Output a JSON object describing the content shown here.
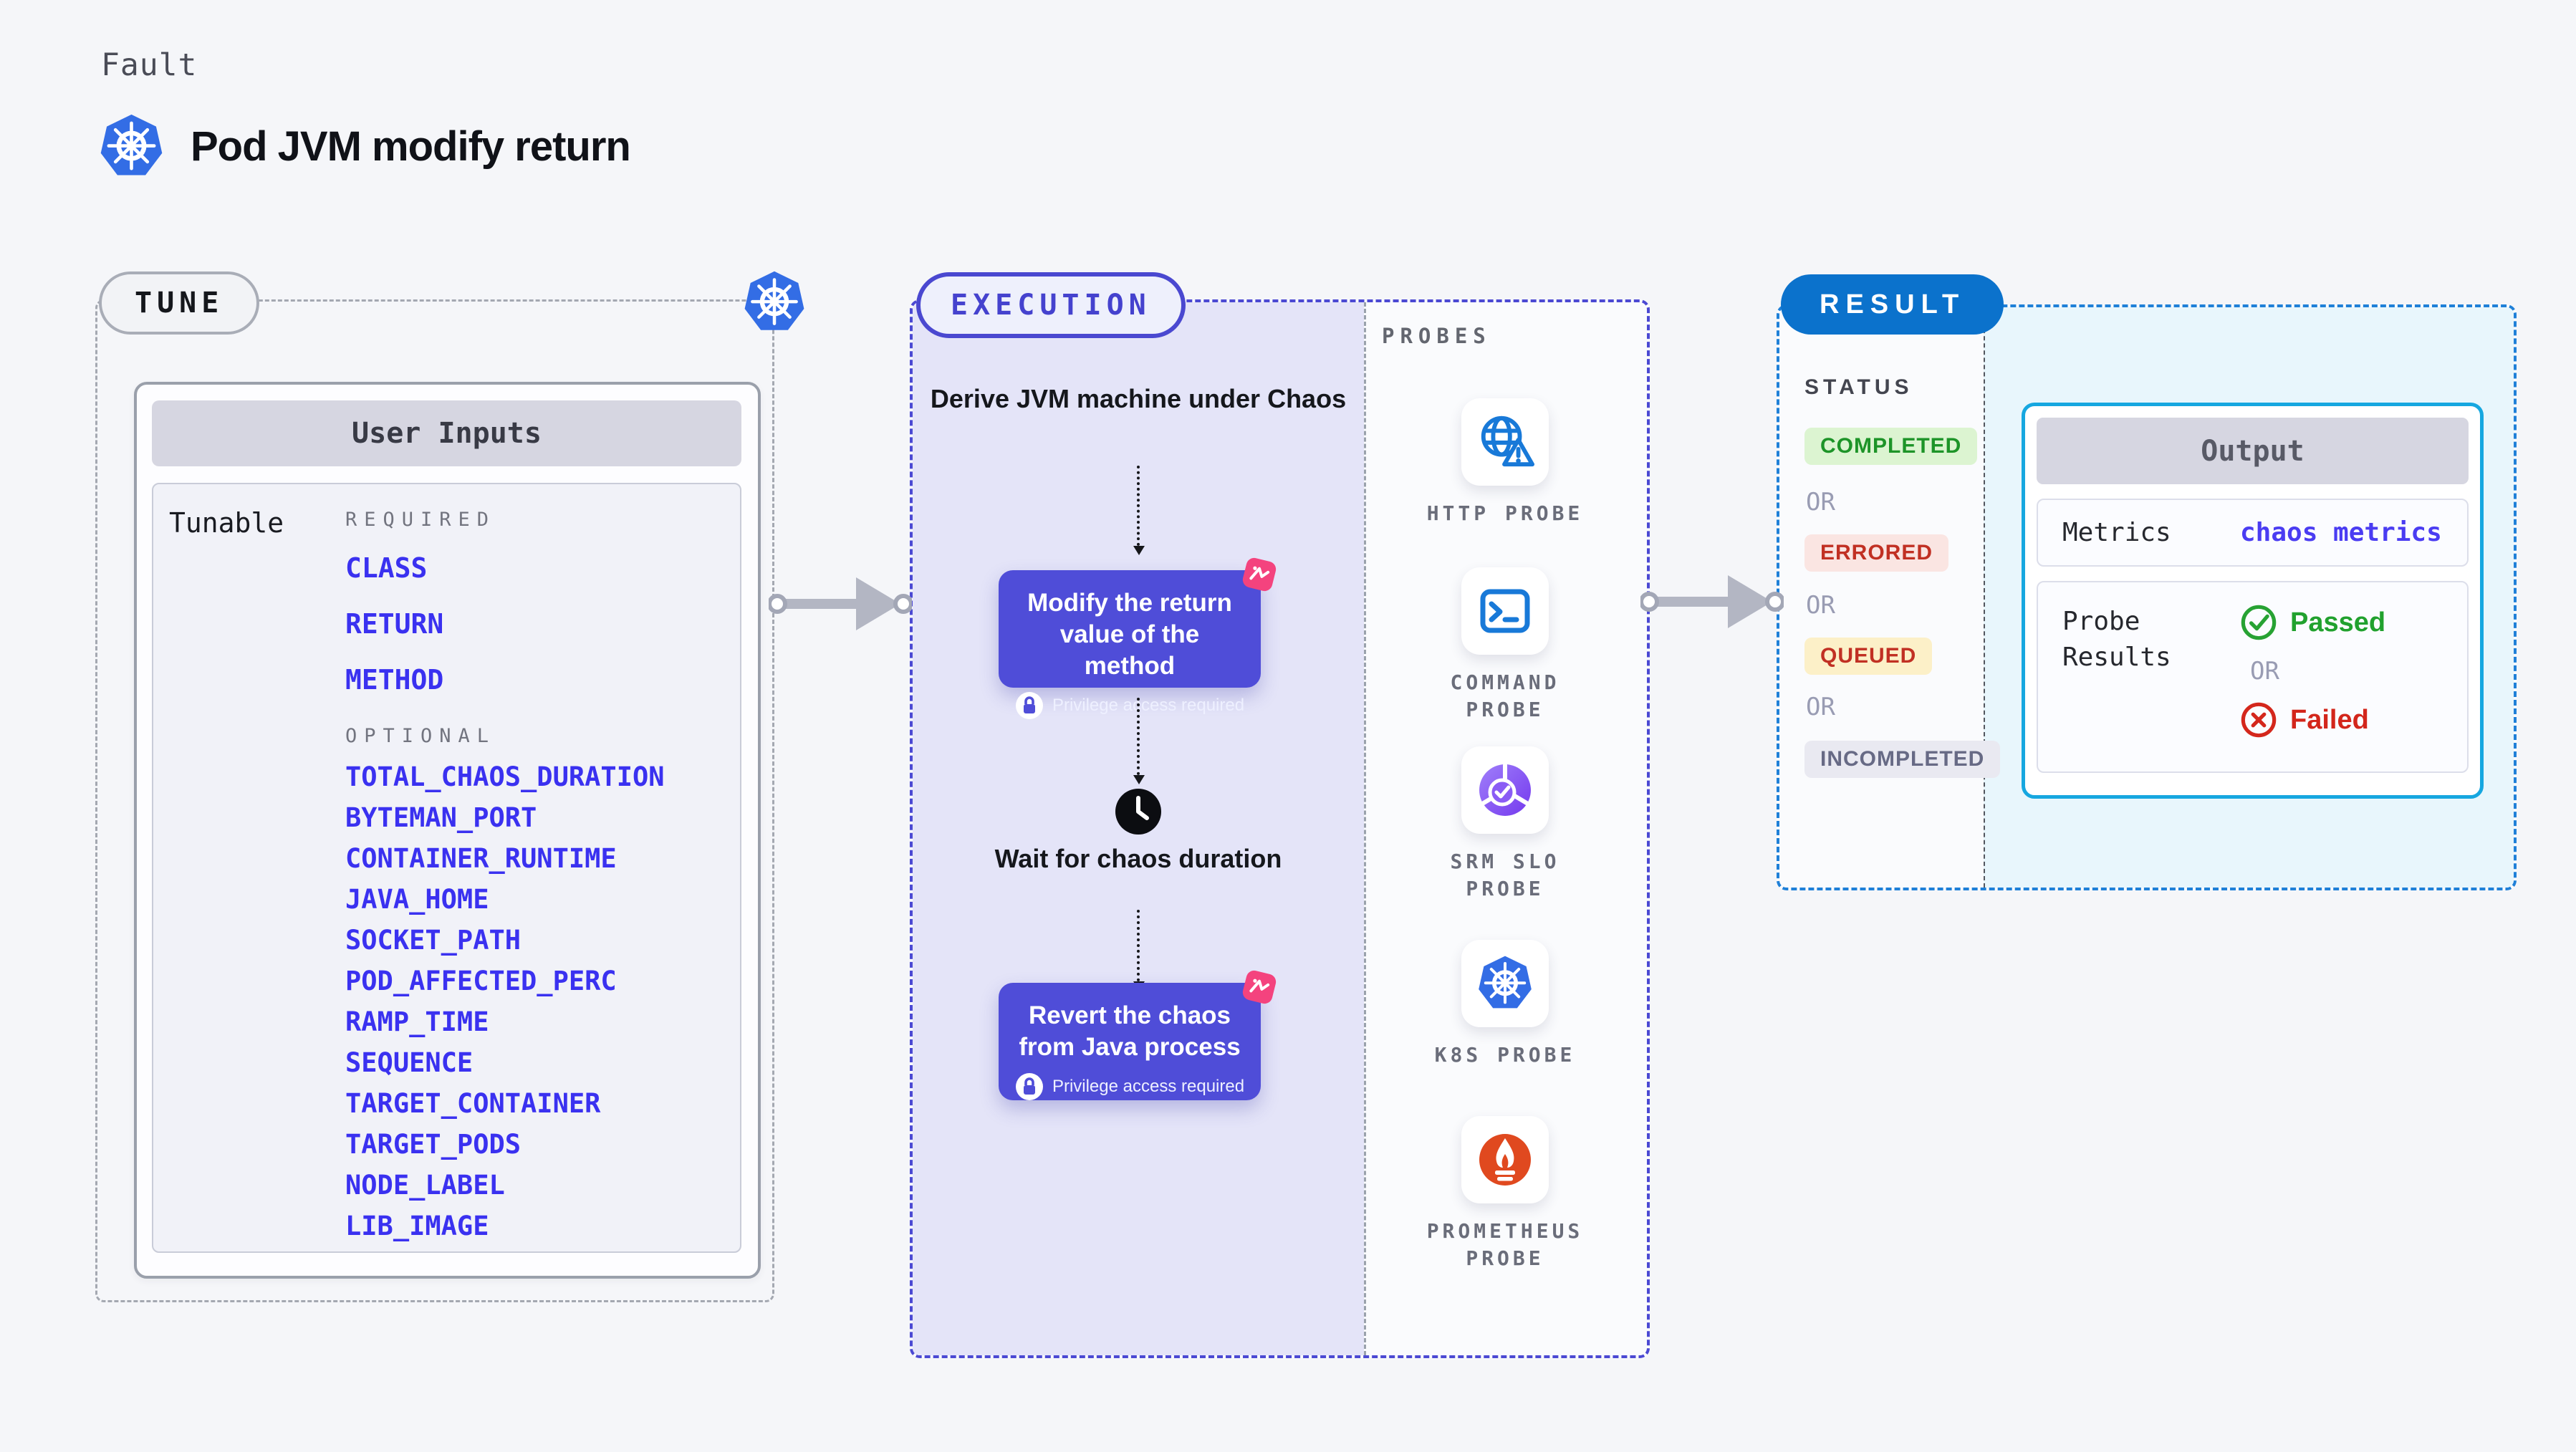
{
  "page": {
    "kicker": "Fault",
    "title": "Pod JVM modify return"
  },
  "tune": {
    "label": "TUNE",
    "table_title": "User Inputs",
    "row_label": "Tunable",
    "required_heading": "REQUIRED",
    "required_items": [
      "CLASS",
      "RETURN",
      "METHOD"
    ],
    "optional_heading": "OPTIONAL",
    "optional_items": [
      "TOTAL_CHAOS_DURATION",
      "BYTEMAN_PORT",
      "CONTAINER_RUNTIME",
      "JAVA_HOME",
      "SOCKET_PATH",
      "POD_AFFECTED_PERC",
      "RAMP_TIME",
      "SEQUENCE",
      "TARGET_CONTAINER",
      "TARGET_PODS",
      "NODE_LABEL",
      "LIB_IMAGE"
    ]
  },
  "execution": {
    "label": "EXECUTION",
    "derive_text": "Derive JVM machine under Chaos",
    "modify_text": "Modify the return value of the method",
    "wait_text": "Wait for chaos duration",
    "revert_text": "Revert the chaos from Java process",
    "privilege_badge": "Privilege access required"
  },
  "probes": {
    "heading": "PROBES",
    "items": [
      {
        "label": "HTTP PROBE",
        "icon": "globe-alert-icon"
      },
      {
        "label": "COMMAND PROBE",
        "icon": "terminal-icon"
      },
      {
        "label": "SRM SLO PROBE",
        "icon": "slo-gauge-icon"
      },
      {
        "label": "K8S PROBE",
        "icon": "kubernetes-icon"
      },
      {
        "label": "PROMETHEUS PROBE",
        "icon": "prometheus-flame-icon"
      }
    ]
  },
  "result": {
    "label": "RESULT",
    "status_heading": "STATUS",
    "or_label": "OR",
    "statuses": [
      {
        "label": "COMPLETED",
        "kind": "success"
      },
      {
        "label": "ERRORED",
        "kind": "error"
      },
      {
        "label": "QUEUED",
        "kind": "queued"
      },
      {
        "label": "INCOMPLETED",
        "kind": "neutral"
      }
    ],
    "output": {
      "title": "Output",
      "metrics_label": "Metrics",
      "metrics_value": "chaos metrics",
      "probe_results_label": "Probe Results",
      "passed_label": "Passed",
      "failed_label": "Failed"
    }
  },
  "colors": {
    "kubernetes_blue": "#336de5",
    "execution_indigo": "#4b49d3",
    "card_purple": "#4f4dd8",
    "chaos_pink": "#f4437e",
    "result_blue": "#0b72cc",
    "result_border_blue": "#1f80d8",
    "output_border_cyan": "#16a7e0",
    "input_token_blue": "#3a31f0",
    "success_green": "#1d9428",
    "error_red": "#c13023",
    "probe_icon_blue": "#1879d8",
    "prometheus_orange": "#e0491f",
    "slo_purple": "#8a5cf5"
  }
}
